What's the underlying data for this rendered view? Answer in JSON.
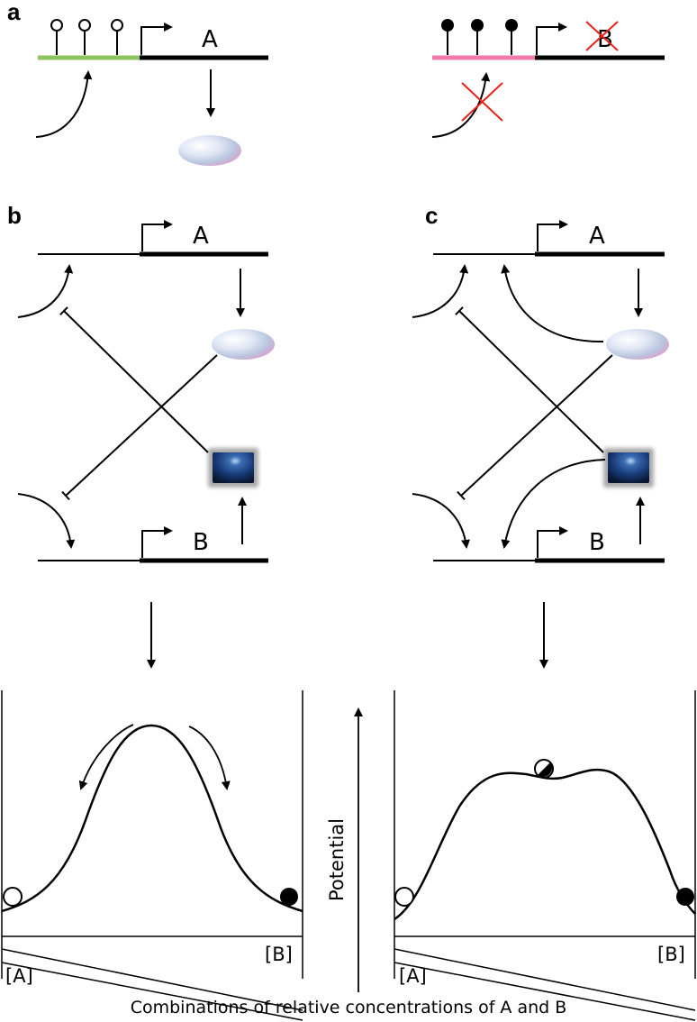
{
  "panels": {
    "a": {
      "label": "a",
      "gene_active": "A",
      "gene_silenced": "B",
      "active_promoter_color": "#a6d86a",
      "silenced_promoter_color": "#f07aa8",
      "blocked_mark_color": "#e8221a"
    },
    "b": {
      "label": "b",
      "gene_top": "A",
      "gene_bottom": "B"
    },
    "c": {
      "label": "c",
      "gene_top": "A",
      "gene_bottom": "B"
    }
  },
  "landscape": {
    "left_axis_start": "[A]",
    "left_axis_end": "[B]",
    "right_axis_start": "[A]",
    "right_axis_end": "[B]",
    "vertical_label": "Potential",
    "caption": "Combinations of relative concentrations of A and B"
  },
  "colors": {
    "protein_a_light": "#e9eef8",
    "protein_a_mid": "#b9c6e0",
    "protein_a_edge": "#d8a2cf",
    "protein_b_dark": "#0d1f4a",
    "protein_b_mid": "#2b5796",
    "protein_b_light": "#9fc4e8"
  },
  "icons": {
    "protein_a": "ellipse-protein-icon",
    "protein_b": "square-protein-icon",
    "unmethylated_cpg": "open-lollipop-icon",
    "methylated_cpg": "filled-lollipop-icon"
  }
}
